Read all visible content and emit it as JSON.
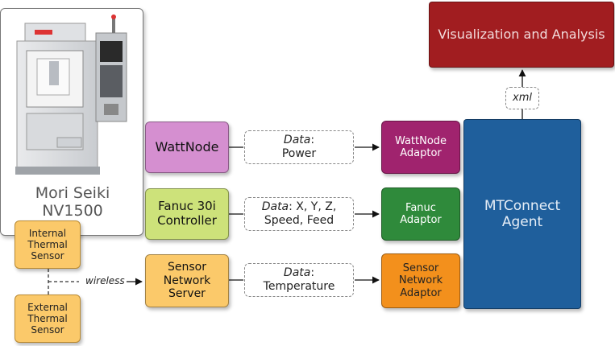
{
  "machine": {
    "name_line1": "Mori Seiki",
    "name_line2": "NV1500"
  },
  "sources": {
    "wattnode": "WattNode",
    "fanuc_line1": "Fanuc 30i",
    "fanuc_line2": "Controller",
    "sensor_server_line1": "Sensor",
    "sensor_server_line2": "Network",
    "sensor_server_line3": "Server"
  },
  "data_labels": {
    "power_prefix": "Data",
    "power_value": "Power",
    "fanuc_prefix": "Data",
    "fanuc_value_line1": ": X, Y, Z,",
    "fanuc_value_line2": "Speed, Feed",
    "temp_prefix": "Data",
    "temp_value": "Temperature"
  },
  "adaptors": {
    "wattnode_line1": "WattNode",
    "wattnode_line2": "Adaptor",
    "fanuc_line1": "Fanuc",
    "fanuc_line2": "Adaptor",
    "sensor_line1": "Sensor",
    "sensor_line2": "Network",
    "sensor_line3": "Adaptor"
  },
  "agent": {
    "line1": "MTConnect",
    "line2": "Agent"
  },
  "xml_label": "xml",
  "visualization": "Visualization and Analysis",
  "sensors": {
    "internal_line1": "Internal",
    "internal_line2": "Thermal",
    "internal_line3": "Sensor",
    "external_line1": "External",
    "external_line2": "Thermal",
    "external_line3": "Sensor"
  },
  "wireless_label": "wireless",
  "colors": {
    "wattnode": "#d58fd0",
    "fanuc": "#cde27a",
    "sensor": "#fbc96a",
    "wattnode_adaptor": "#a0236e",
    "fanuc_adaptor": "#2f8a3b",
    "sensor_adaptor": "#f3901c",
    "agent": "#1f5f9c",
    "visualization": "#a11d20"
  }
}
